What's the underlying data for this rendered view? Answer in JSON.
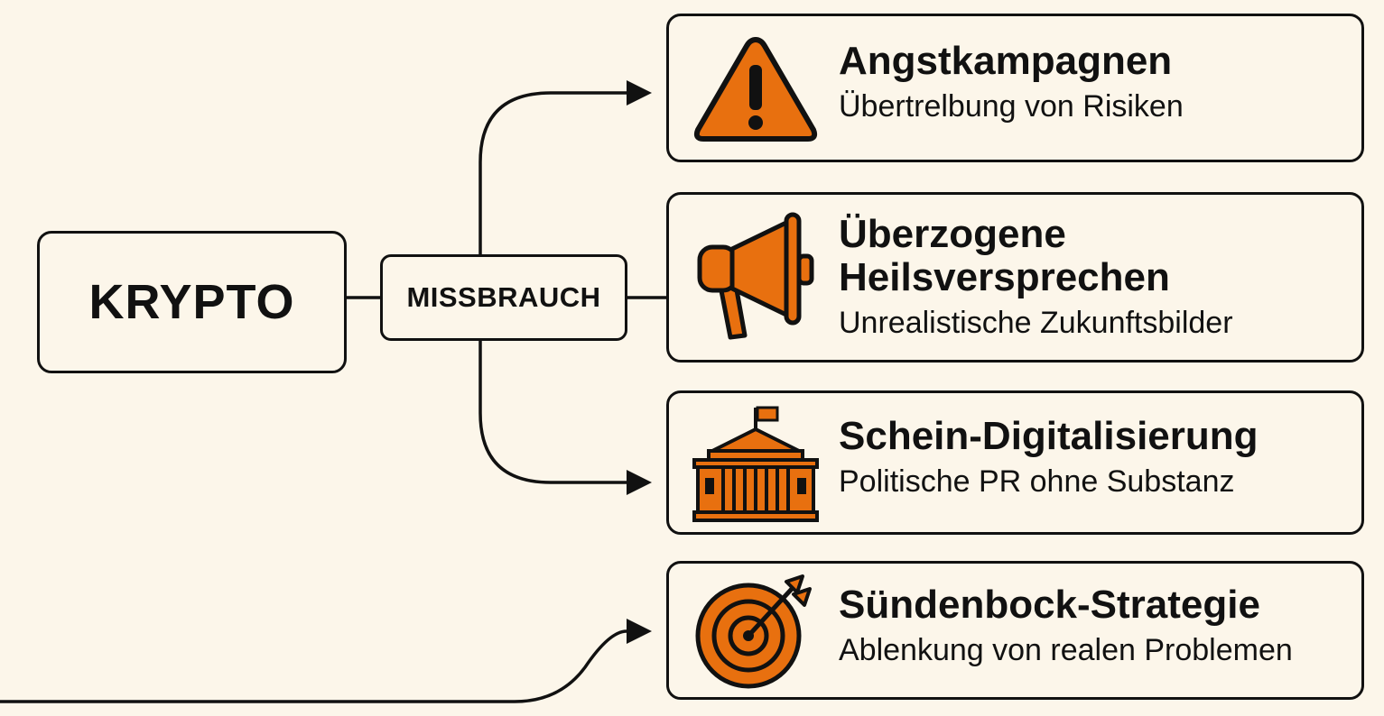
{
  "root": {
    "label": "KRYPTO"
  },
  "hub": {
    "label": "MISSBRAUCH"
  },
  "colors": {
    "accent": "#e8700f",
    "outline": "#111111",
    "background": "#fcf6ea"
  },
  "cards": [
    {
      "title": "Angstkampagnen",
      "subtitle": "Übertrelbung von Risiken",
      "icon": "warning-triangle-icon"
    },
    {
      "title_line1": "Überzogene",
      "title_line2": "Heilsversprechen",
      "subtitle": "Unrealistische Zukunftsbilder",
      "icon": "megaphone-icon"
    },
    {
      "title": "Schein-Digitalisierung",
      "subtitle": "Politische PR ohne Substanz",
      "icon": "government-building-icon"
    },
    {
      "title": "Sündenbock-Strategie",
      "subtitle": "Ablenkung von realen Problemen",
      "icon": "target-arrow-icon"
    }
  ]
}
